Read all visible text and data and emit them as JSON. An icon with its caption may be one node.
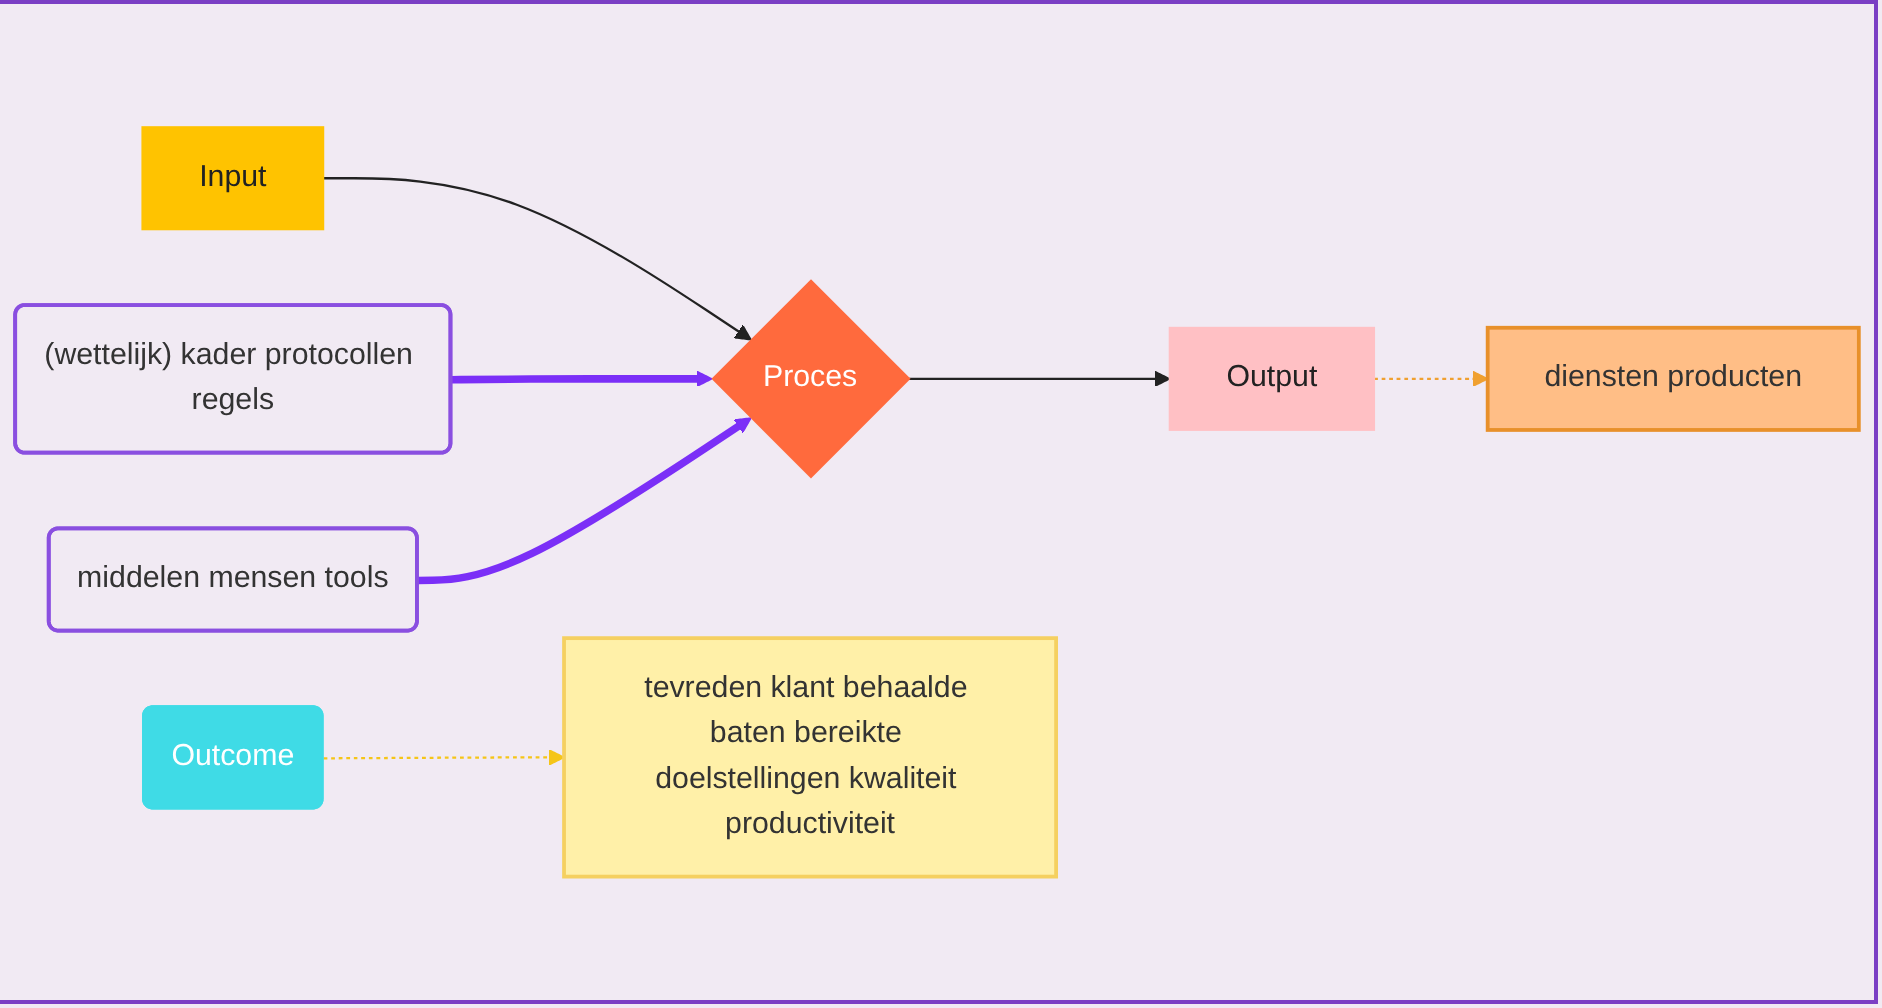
{
  "diagram": {
    "nodes": [
      {
        "text": [
          "(wettelijk) kader protocollen regels"
        ]
      },
      {
        "text": [
          "Input"
        ]
      },
      {
        "text": [
          "Proces"
        ]
      },
      {
        "text": [
          "Output"
        ]
      },
      {
        "text": [
          "Outcome"
        ]
      },
      {
        "text": [
          "middelen mensen tools"
        ]
      },
      {
        "text": [
          "diensten producten"
        ]
      },
      {
        "text": [
          "tevreden klant behaalde baten bereikte doelstellingen kwaliteit productiviteit"
        ]
      }
    ],
    "edges": [
      {
        "from": 1,
        "to": 2,
        "arrow": "to"
      },
      {
        "from": 2,
        "to": 3,
        "arrow": "to"
      },
      {
        "from": 0,
        "to": 2,
        "arrow": "to",
        "style": "thick",
        "color": "#7b2ff7"
      },
      {
        "from": 5,
        "to": 2,
        "arrow": "to",
        "style": "thick",
        "color": "#7b2ff7"
      },
      {
        "from": 3,
        "to": 6,
        "arrow": "to",
        "style": "dashed",
        "color": "#f0a030"
      },
      {
        "from": 4,
        "to": 7,
        "arrow": "to",
        "style": "dashed",
        "color": "#f5c518"
      }
    ]
  }
}
